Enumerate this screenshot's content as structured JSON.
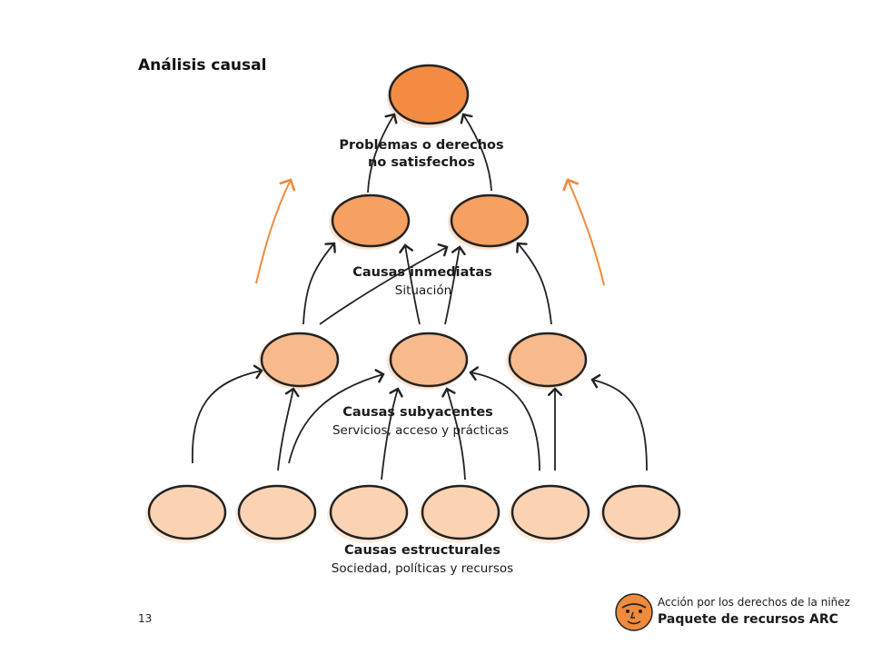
{
  "title": "Análisis causal",
  "levels": {
    "problems": {
      "title_line1": "Problemas o derechos",
      "title_line2": "no satisfechos"
    },
    "immediate": {
      "title": "Causas inmediatas",
      "subtitle": "Situación"
    },
    "underlying": {
      "title": "Causas subyacentes",
      "subtitle": "Servicios, acceso y prácticas"
    },
    "structural": {
      "title": "Causas estructurales",
      "subtitle": "Sociedad, políticas y recursos"
    }
  },
  "colors": {
    "problems": "#f38b43",
    "immediate": "#f6a062",
    "underlying": "#f8b98c",
    "structural": "#fbd3b3",
    "accent_arrow": "#f08a3c",
    "stroke": "#222222"
  },
  "footer": {
    "page_number": "13",
    "brand_line1": "Acción por los derechos de la niñez",
    "brand_line2": "Paquete de recursos ARC"
  }
}
